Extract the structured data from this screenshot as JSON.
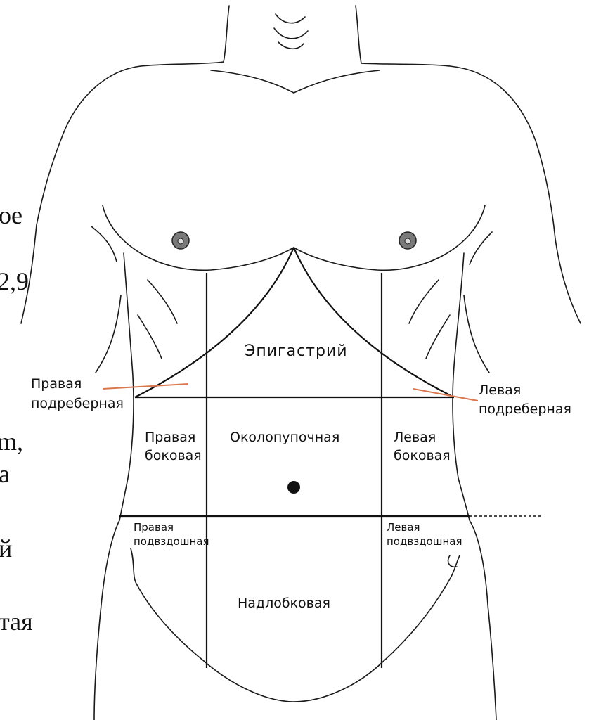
{
  "background_text": [
    "oe",
    "2,9",
    "m,",
    "a",
    "й",
    "тая"
  ],
  "regions": {
    "epigastric": "Эпигастрий",
    "umbilical": "Околопупочная",
    "hypogastric": "Надлобковая",
    "right_hypochondriac": [
      "Правая",
      "подреберная"
    ],
    "left_hypochondriac": [
      "Левая",
      "подреберная"
    ],
    "right_lateral": [
      "Правая",
      "боковая"
    ],
    "left_lateral": [
      "Левая",
      "боковая"
    ],
    "right_iliac": [
      "Правая",
      "подвздошная"
    ],
    "left_iliac": [
      "Левая",
      "подвздошная"
    ]
  },
  "colors": {
    "outline": "#1a1a1a",
    "leader_line": "#d9774f",
    "nipple": "#7a7a7a"
  }
}
